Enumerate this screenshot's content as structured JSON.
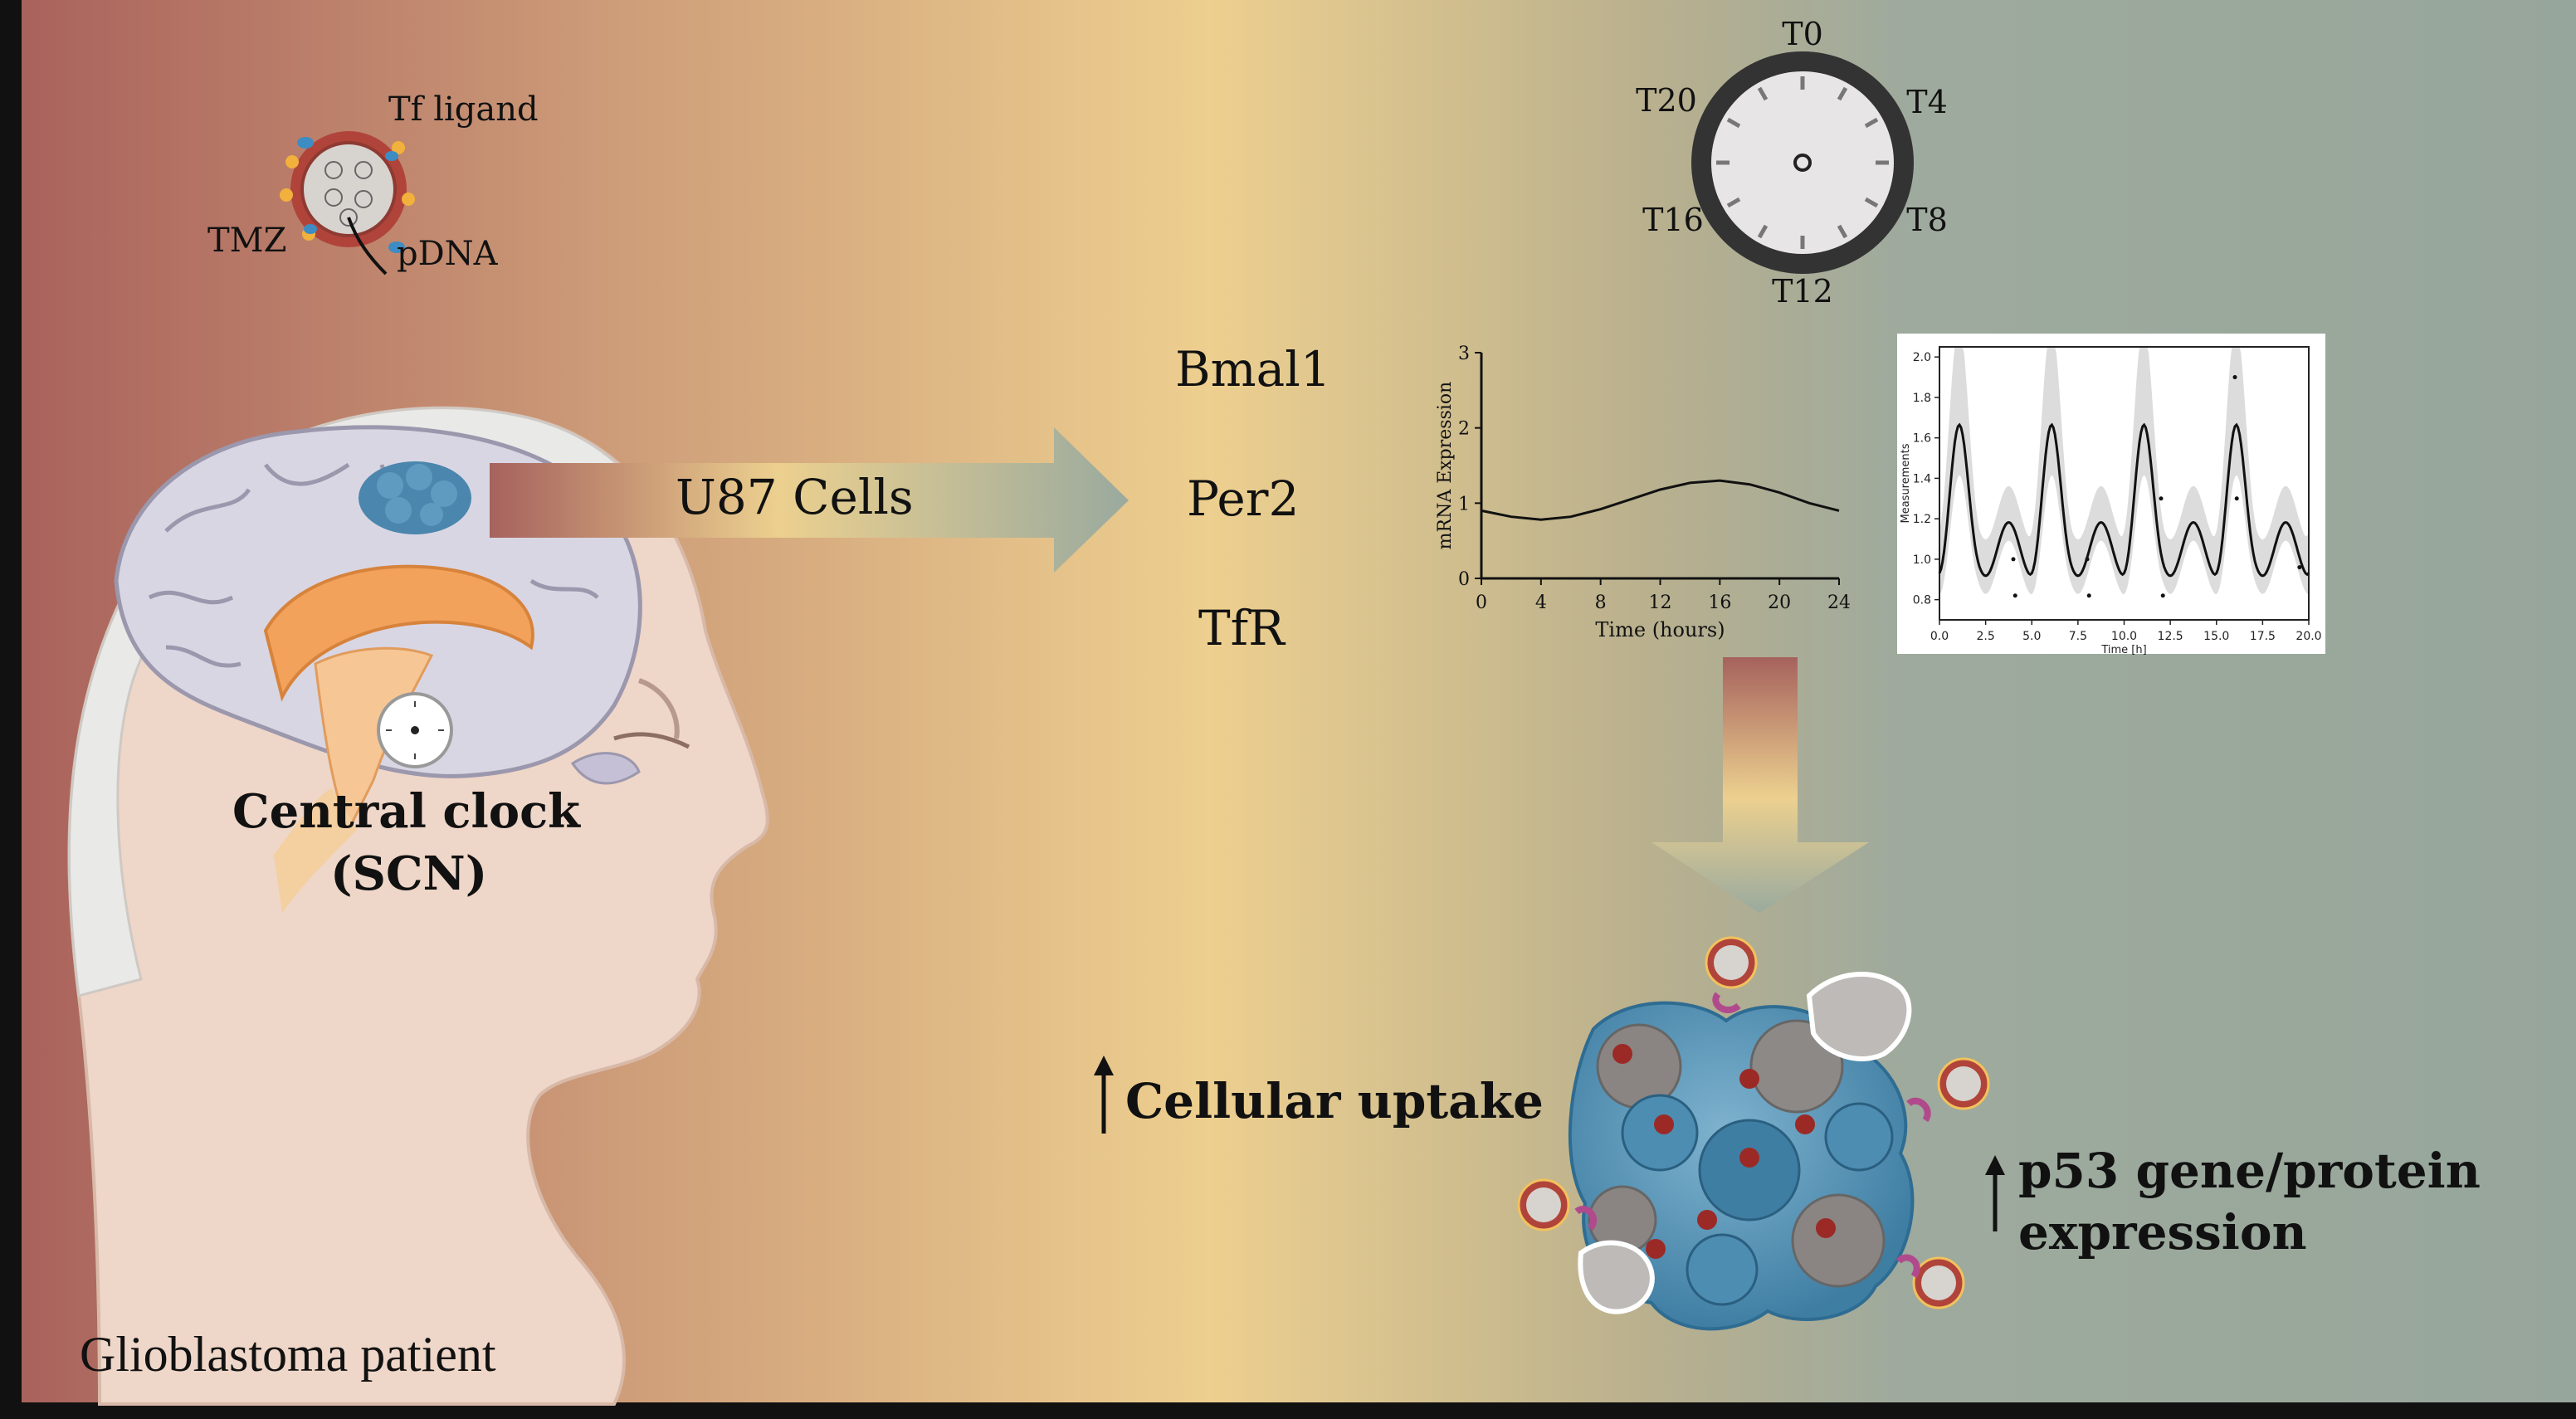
{
  "labels": {
    "tf_ligand": "Tf ligand",
    "tmz": "TMZ",
    "pdna": "pDNA",
    "central_clock_line1": "Central clock",
    "central_clock_line2": "(SCN)",
    "patient": "Glioblastoma patient",
    "u87": "U87 Cells",
    "gene_1": "Bmal1",
    "gene_2": "Per2",
    "gene_3": "TfR",
    "uptake": "Cellular uptake",
    "p53_line1": "p53 gene/protein",
    "p53_line2": "expression"
  },
  "clock": {
    "t0": "T0",
    "t4": "T4",
    "t8": "T8",
    "t12": "T12",
    "t16": "T16",
    "t20": "T20"
  },
  "colors": {
    "gradient_left": "#a8655e",
    "gradient_mid": "#edcd8d",
    "gradient_right": "#9aa89c"
  },
  "chart_data": [
    {
      "type": "line",
      "xlabel": "Time (hours)",
      "ylabel": "mRNA Expression",
      "xticks": [
        "0",
        "4",
        "8",
        "12",
        "16",
        "20",
        "24"
      ],
      "yticks": [
        "0",
        "1",
        "2",
        "3"
      ],
      "xlim": [
        0,
        24
      ],
      "ylim": [
        0,
        3
      ],
      "x": [
        0,
        2,
        4,
        6,
        8,
        10,
        12,
        14,
        16,
        18,
        20,
        22,
        24
      ],
      "y": [
        0.9,
        0.82,
        0.78,
        0.82,
        0.92,
        1.05,
        1.18,
        1.27,
        1.3,
        1.25,
        1.14,
        1.0,
        0.9
      ]
    },
    {
      "type": "line",
      "xlabel": "Time [h]",
      "ylabel": "Measurements",
      "xticks": [
        "0.0",
        "2.5",
        "5.0",
        "7.5",
        "10.0",
        "12.5",
        "15.0",
        "17.5",
        "20.0"
      ],
      "yticks": [
        "0.8",
        "1.0",
        "1.2",
        "1.4",
        "1.6",
        "1.8",
        "2.0"
      ],
      "xlim": [
        0,
        20
      ],
      "ylim": [
        0.7,
        2.05
      ],
      "band": "confidence interval (grey)",
      "points": [
        {
          "x": 4.0,
          "y": 1.0
        },
        {
          "x": 4.1,
          "y": 0.82
        },
        {
          "x": 8.0,
          "y": 1.0
        },
        {
          "x": 8.1,
          "y": 0.82
        },
        {
          "x": 12.0,
          "y": 1.3
        },
        {
          "x": 12.1,
          "y": 0.82
        },
        {
          "x": 16.0,
          "y": 1.9
        },
        {
          "x": 16.1,
          "y": 1.3
        },
        {
          "x": 19.5,
          "y": 0.96
        }
      ]
    }
  ]
}
